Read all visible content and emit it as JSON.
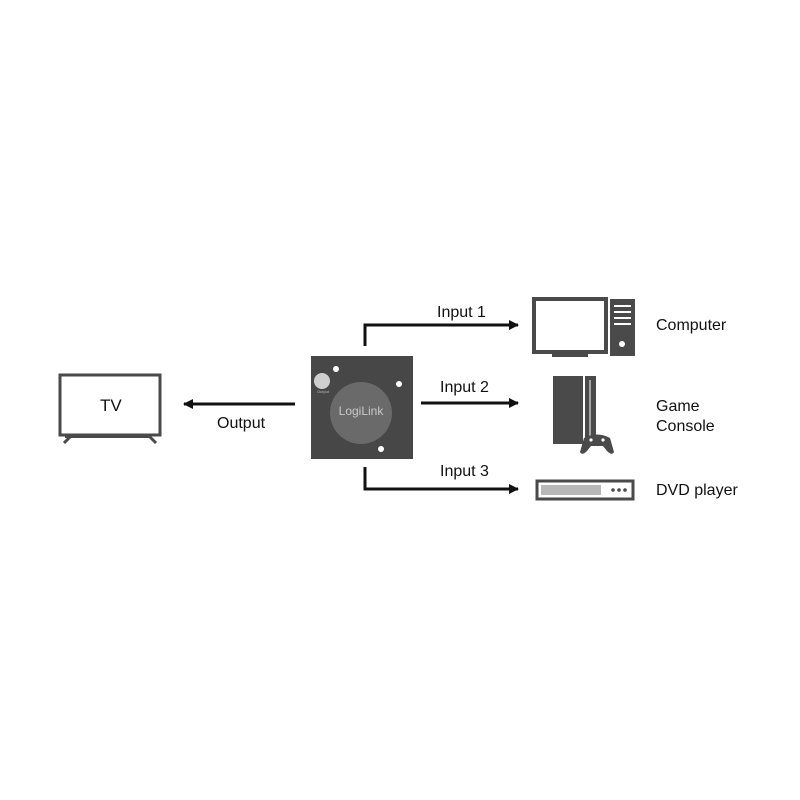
{
  "labels": {
    "tv": "TV",
    "output": "Output",
    "input1": "Input 1",
    "input2": "Input 2",
    "input3": "Input 3",
    "computer": "Computer",
    "game": "Game",
    "console": "Console",
    "dvd": "DVD player"
  },
  "switch_box": {
    "brand": "LogiLink",
    "button_label": "Output"
  },
  "icons": [
    "tv-icon",
    "hdmi-switch-icon",
    "computer-icon",
    "game-console-icon",
    "gamepad-icon",
    "dvd-player-icon",
    "arrow-icon"
  ],
  "colors": {
    "ink": "#111111",
    "device": "#4a4a4a",
    "switch_body": "#474747",
    "logo_disc": "#6a6a6a"
  }
}
